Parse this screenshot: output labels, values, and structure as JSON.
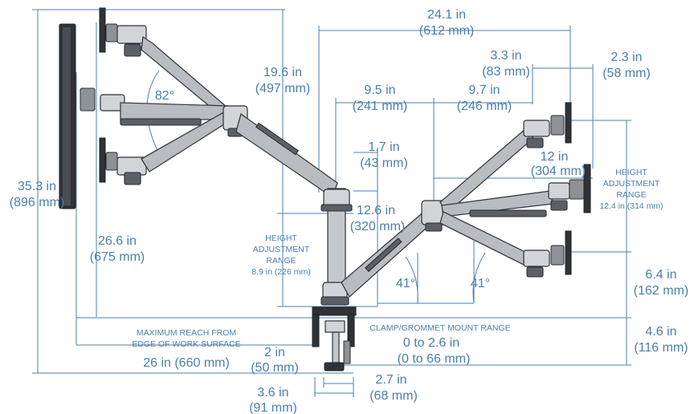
{
  "labels": {
    "total_height": [
      "35.3 in",
      "(896 mm)"
    ],
    "height_to_arm": [
      "26.6 in",
      "(675 mm)"
    ],
    "left_arm_vertical": [
      "19.6 in",
      "(497 mm)"
    ],
    "left_angle": "82°",
    "height_adj_left": [
      "HEIGHT",
      "ADJUSTMENT",
      "RANGE",
      "8.9 in (226 mm)"
    ],
    "right_span": [
      "24.1 in",
      "(612 mm)"
    ],
    "right_vesa_offset": [
      "3.3 in",
      "(83 mm)"
    ],
    "right_vesa_depth": [
      "2.3 in",
      "(58 mm)"
    ],
    "right_arm_left": [
      "9.5 in",
      "(241 mm)"
    ],
    "right_arm_right": [
      "9.7 in",
      "(246 mm)"
    ],
    "post_offset": [
      "1.7 in",
      "(43 mm)"
    ],
    "post_height": [
      "12.6 in",
      "(320 mm)"
    ],
    "right_display_drop": [
      "12 in",
      "(304 mm)"
    ],
    "height_adj_right": [
      "HEIGHT",
      "ADJUSTMENT",
      "RANGE",
      "12.4 in (314 mm)"
    ],
    "right_bottom_height": [
      "6.4 in",
      "(162 mm)"
    ],
    "right_angle_left": "41°",
    "right_angle_right": "41°",
    "max_reach": [
      "MAXIMUM REACH FROM",
      "EDGE OF WORK SURFACE",
      "26 in (660 mm)"
    ],
    "clamp_label": "CLAMP/GROMMET MOUNT RANGE",
    "clamp_range": [
      "0 to 2.6 in",
      "(0 to 66 mm)"
    ],
    "surface_height": [
      "4.6 in",
      "(116 mm)"
    ],
    "clamp_depth": [
      "2 in",
      "(50 mm)"
    ],
    "clamp_width": [
      "2.7 in",
      "(68 mm)"
    ],
    "base_width": [
      "3.6 in",
      "(91 mm)"
    ]
  },
  "colors": {
    "dimension": "#4a7fb0",
    "arm": "#b9bcc0",
    "outline": "#3a3d42"
  }
}
